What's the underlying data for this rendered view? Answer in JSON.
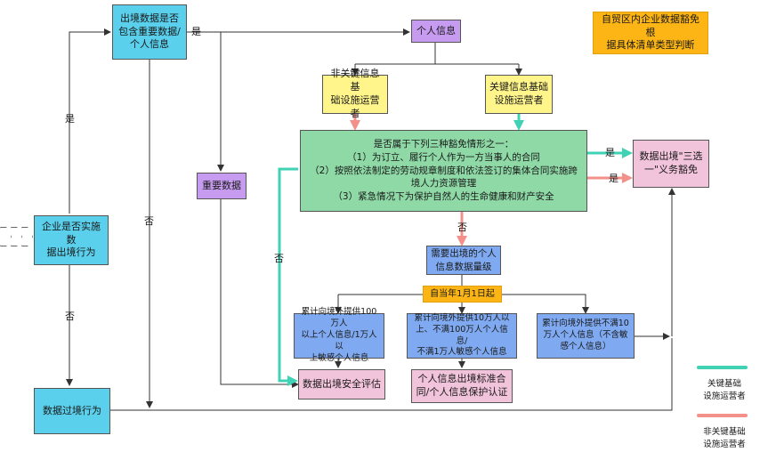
{
  "nodes": {
    "outbound_contains": "出境数据是否\n包含重要数据/\n个人信息",
    "personal_info": "个人信息",
    "ftz_note": "自贸区内企业数据豁免根\n据具体清单类型判断",
    "non_cii": "非关键信息基\n础设施运营者",
    "cii": "关键信息基础\n设施运营者",
    "exemption_title": "是否属于下列三种豁免情形之一：",
    "exemption_1": "（1）为订立、履行个人作为一方当事人的合同",
    "exemption_2": "（2）按照依法制定的劳动规章制度和依法签订的集体合同实施跨\n境人力资源管理",
    "exemption_3": "（3）紧急情况下为保护自然人的生命健康和财产安全",
    "exempt_result": "数据出境\"三选\n一\"义务豁免",
    "important_data": "重要数据",
    "enterprise_q": "企业是否实施数\n据出境行为",
    "volume": "需要出境的个人\n信息数据量级",
    "since_jan1": "自当年1月1日起",
    "tier_high": "累计向境外提供100万人\n以上个人信息/1万人以\n上敏感个人信息",
    "tier_mid": "累计向境外提供10万人以\n上、不满100万人个人信息/\n不满1万人敏感个人信息",
    "tier_low": "累计向境外提供不满10\n万人个人信息（不含敏\n感个人信息）",
    "security_assessment": "数据出境安全评估",
    "standard_contract": "个人信息出境标准合\n同/个人信息保护认证",
    "transit": "数据过境行为"
  },
  "edge_labels": {
    "yes_top": "是",
    "yes_left": "是",
    "yes_right_1": "是",
    "yes_right_2": "是",
    "no_mid": "否",
    "no_under_exemption": "否",
    "no_left_teal": "否",
    "no_left": "否"
  },
  "legend": {
    "cii_label": "关键基础\n设施运营者",
    "non_cii_label": "非关键基础\n设施运营者"
  },
  "colors": {
    "cii_line": "#40d2b4",
    "non_cii_line": "#f4908a",
    "black_line": "#333333"
  }
}
